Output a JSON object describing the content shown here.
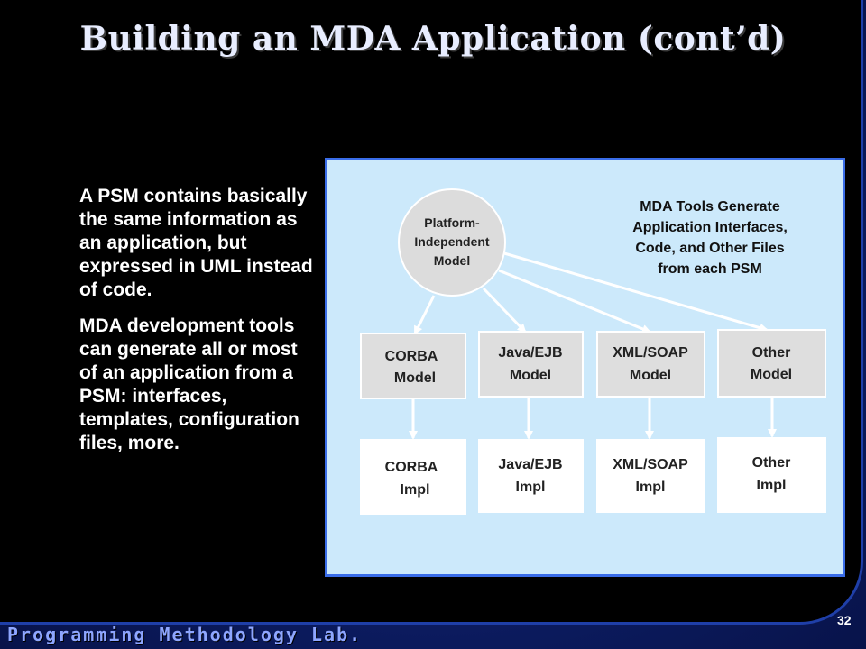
{
  "slide": {
    "title": "Building an MDA Application (cont’d)",
    "paragraphs": [
      "A PSM contains basically the same information as  an application, but expressed in UML instead of code.",
      "MDA development tools can generate all or most of an application from a PSM: interfaces, templates, configuration files, more."
    ],
    "footer": "Programming Methodology Lab.",
    "page_number": "32"
  },
  "diagram": {
    "pim_lines": [
      "Platform-",
      "Independent",
      "Model"
    ],
    "caption_lines": [
      "MDA Tools Generate",
      "Application Interfaces,",
      "Code, and Other Files",
      "from each PSM"
    ],
    "models": [
      [
        "CORBA",
        "Model"
      ],
      [
        "Java/EJB",
        "Model"
      ],
      [
        "XML/SOAP",
        "Model"
      ],
      [
        "Other",
        "Model"
      ]
    ],
    "impls": [
      [
        "CORBA",
        "Impl"
      ],
      [
        "Java/EJB",
        "Impl"
      ],
      [
        "XML/SOAP",
        "Impl"
      ],
      [
        "Other",
        "Impl"
      ]
    ]
  }
}
